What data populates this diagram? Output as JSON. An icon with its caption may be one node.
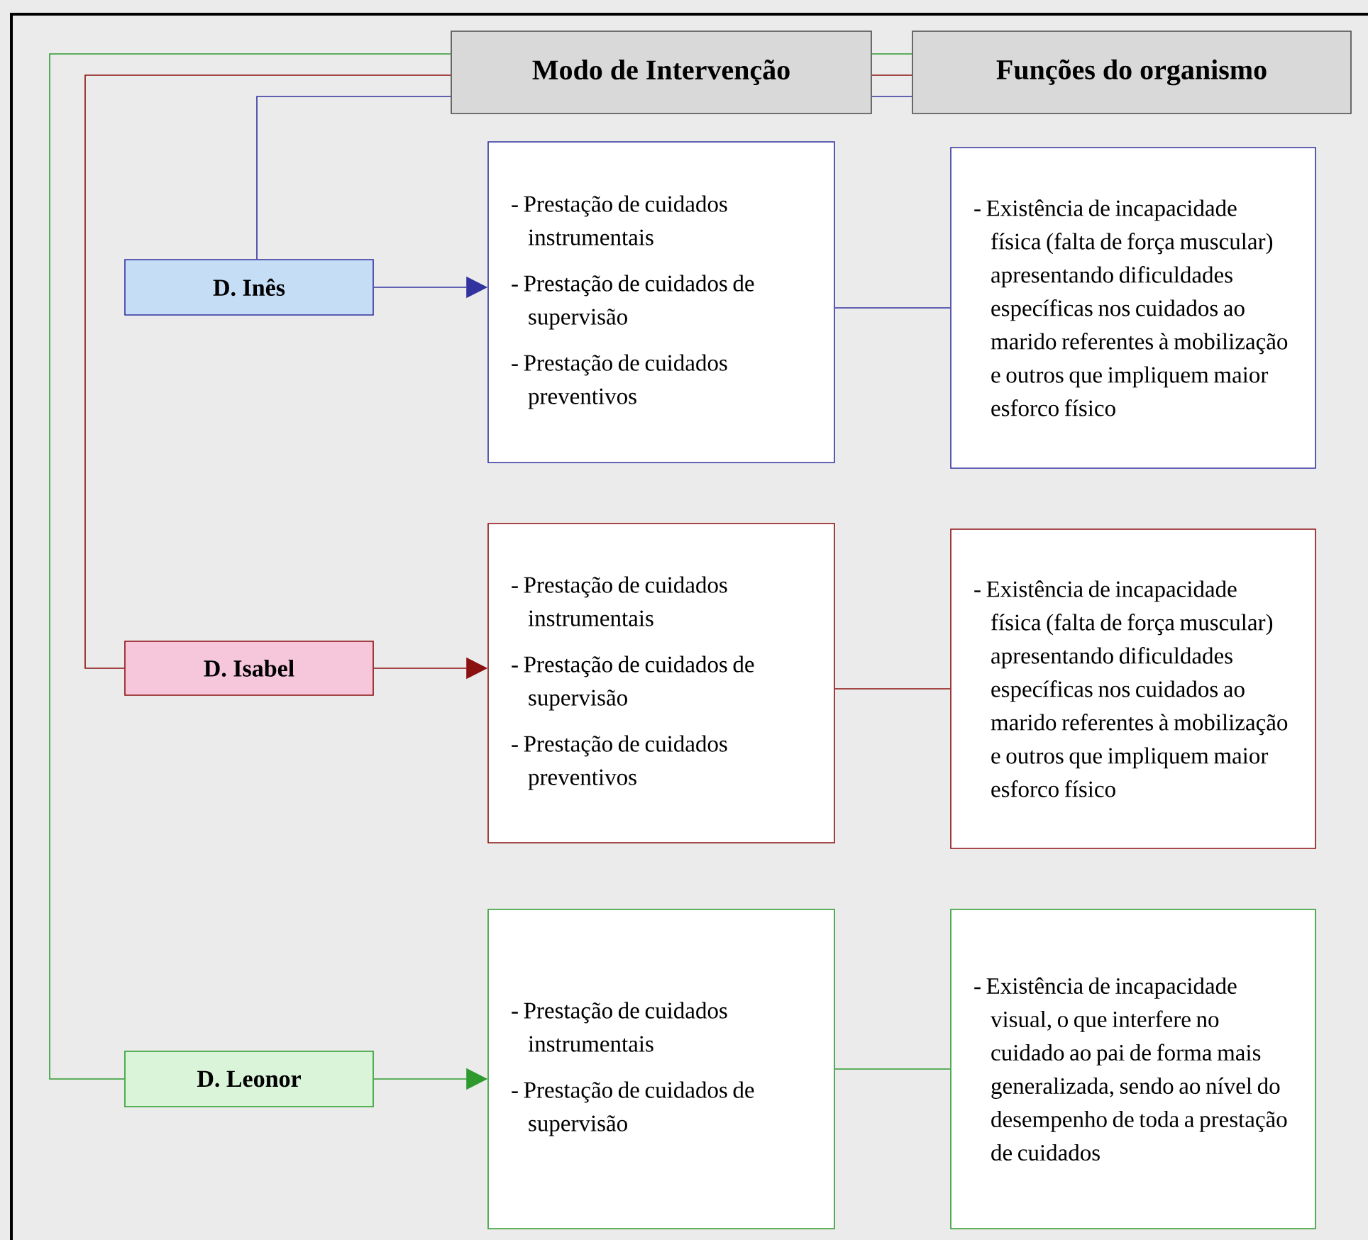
{
  "diagram": {
    "nodes": [
      {
        "text": [
          "Modo de Intervenção"
        ]
      },
      {
        "text": [
          "Funções do organismo"
        ]
      },
      {
        "text": [
          "D. Inês"
        ]
      },
      {
        "text": [
          "- Prestação de cuidados instrumentais",
          "- Prestação de cuidados de supervisão",
          "- Prestação de cuidados preventivos"
        ]
      },
      {
        "text": [
          "- Existência de incapacidade física (falta de força muscular) apresentando dificuldades específicas nos cuidados ao marido referentes à mobilização e outros que impliquem maior esforco físico"
        ]
      },
      {
        "text": [
          "D. Isabel"
        ]
      },
      {
        "text": [
          "- Prestação de cuidados instrumentais",
          "- Prestação de cuidados de supervisão",
          "- Prestação de cuidados preventivos"
        ]
      },
      {
        "text": [
          "- Existência de incapacidade física (falta de força muscular) apresentando dificuldades específicas nos cuidados ao marido referentes à mobilização e outros que impliquem maior esforco físico"
        ]
      },
      {
        "text": [
          "D. Leonor"
        ]
      },
      {
        "text": [
          "- Prestação de cuidados instrumentais",
          "- Prestação de cuidados de supervisão"
        ]
      },
      {
        "text": [
          "- Existência de incapacidade visual, o que interfere no cuidado ao pai de forma mais generalizada, sendo ao nível do desempenho de toda a prestação de cuidados"
        ]
      }
    ],
    "edges": [
      {
        "from": 0,
        "to": 2,
        "arrow": "none",
        "color": "#3333a0"
      },
      {
        "from": 0,
        "to": 5,
        "arrow": "none",
        "color": "#8b1010"
      },
      {
        "from": 0,
        "to": 8,
        "arrow": "none",
        "color": "#2e9a2e"
      },
      {
        "from": 0,
        "to": 1,
        "arrow": "none",
        "color": "#2e9a2e"
      },
      {
        "from": 0,
        "to": 1,
        "arrow": "none",
        "color": "#8b1010"
      },
      {
        "from": 0,
        "to": 1,
        "arrow": "none",
        "color": "#3333a0"
      },
      {
        "from": 2,
        "to": 3,
        "arrow": "to",
        "color": "#3333a0"
      },
      {
        "from": 3,
        "to": 4,
        "arrow": "none",
        "color": "#3333a0"
      },
      {
        "from": 5,
        "to": 6,
        "arrow": "to",
        "color": "#8b1010"
      },
      {
        "from": 6,
        "to": 7,
        "arrow": "none",
        "color": "#8b1010"
      },
      {
        "from": 8,
        "to": 9,
        "arrow": "to",
        "color": "#2e9a2e"
      },
      {
        "from": 9,
        "to": 10,
        "arrow": "none",
        "color": "#2e9a2e"
      }
    ]
  }
}
